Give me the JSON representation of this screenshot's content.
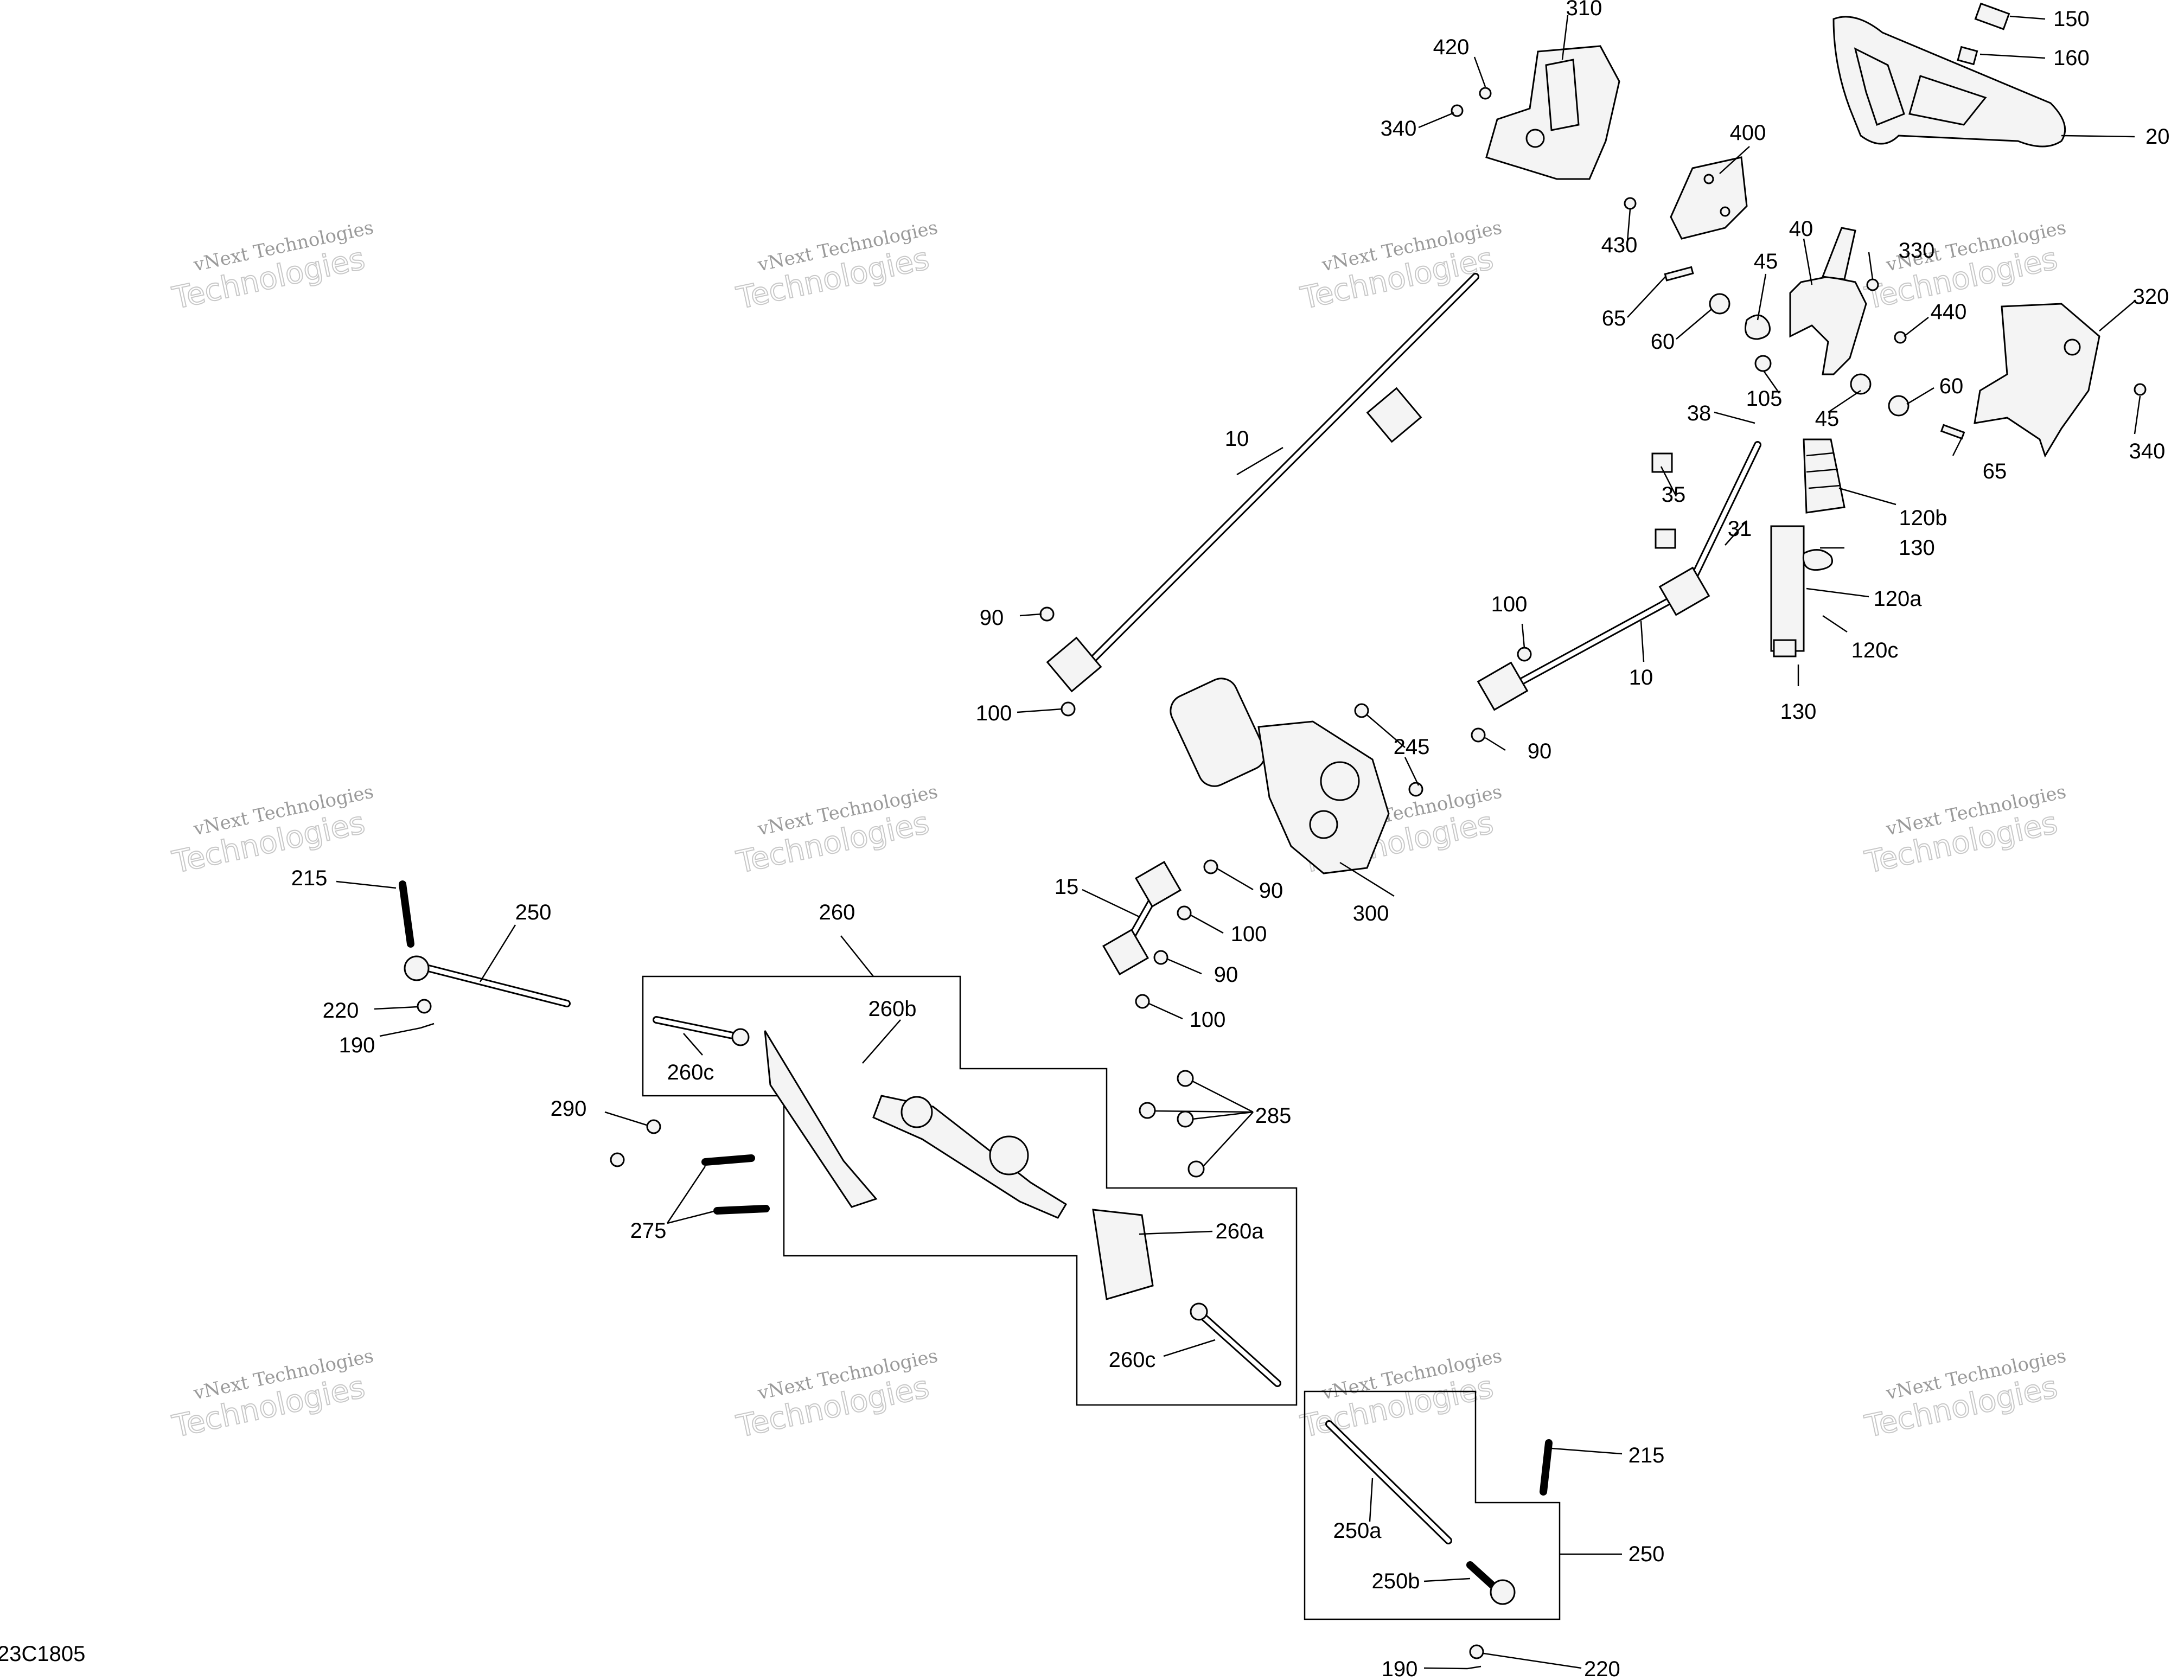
{
  "diagram_code": "23C1805",
  "watermark": {
    "line1": "vNext Technologies",
    "line2": "Technologies"
  },
  "callouts": [
    {
      "id": "c310",
      "text": "310"
    },
    {
      "id": "c420",
      "text": "420"
    },
    {
      "id": "c340a",
      "text": "340"
    },
    {
      "id": "c150",
      "text": "150"
    },
    {
      "id": "c160",
      "text": "160"
    },
    {
      "id": "c20",
      "text": "20"
    },
    {
      "id": "c400",
      "text": "400"
    },
    {
      "id": "c430",
      "text": "430"
    },
    {
      "id": "c40",
      "text": "40"
    },
    {
      "id": "c330",
      "text": "330"
    },
    {
      "id": "c45a",
      "text": "45"
    },
    {
      "id": "c65a",
      "text": "65"
    },
    {
      "id": "c60a",
      "text": "60"
    },
    {
      "id": "c320",
      "text": "320"
    },
    {
      "id": "c440",
      "text": "440"
    },
    {
      "id": "c105",
      "text": "105"
    },
    {
      "id": "c60b",
      "text": "60"
    },
    {
      "id": "c45b",
      "text": "45"
    },
    {
      "id": "c340b",
      "text": "340"
    },
    {
      "id": "c65b",
      "text": "65"
    },
    {
      "id": "c38",
      "text": "38"
    },
    {
      "id": "c35",
      "text": "35"
    },
    {
      "id": "c120b",
      "text": "120b"
    },
    {
      "id": "c31",
      "text": "31"
    },
    {
      "id": "c130a",
      "text": "130"
    },
    {
      "id": "c120a",
      "text": "120a"
    },
    {
      "id": "c120c",
      "text": "120c"
    },
    {
      "id": "c130b",
      "text": "130"
    },
    {
      "id": "c10a",
      "text": "10"
    },
    {
      "id": "c10b",
      "text": "10"
    },
    {
      "id": "c100a",
      "text": "100"
    },
    {
      "id": "c90a",
      "text": "90"
    },
    {
      "id": "c100b",
      "text": "100"
    },
    {
      "id": "c245",
      "text": "245"
    },
    {
      "id": "c90b",
      "text": "90"
    },
    {
      "id": "c300",
      "text": "300"
    },
    {
      "id": "c15",
      "text": "15"
    },
    {
      "id": "c90c",
      "text": "90"
    },
    {
      "id": "c100c",
      "text": "100"
    },
    {
      "id": "c90d",
      "text": "90"
    },
    {
      "id": "c100d",
      "text": "100"
    },
    {
      "id": "c215a",
      "text": "215"
    },
    {
      "id": "c250a",
      "text": "250"
    },
    {
      "id": "c220a",
      "text": "220"
    },
    {
      "id": "c190a",
      "text": "190"
    },
    {
      "id": "c260",
      "text": "260"
    },
    {
      "id": "c260b",
      "text": "260b"
    },
    {
      "id": "c260c1",
      "text": "260c"
    },
    {
      "id": "c290",
      "text": "290"
    },
    {
      "id": "c275",
      "text": "275"
    },
    {
      "id": "c285",
      "text": "285"
    },
    {
      "id": "c260a",
      "text": "260a"
    },
    {
      "id": "c260c2",
      "text": "260c"
    },
    {
      "id": "c215b",
      "text": "215"
    },
    {
      "id": "c250b",
      "text": "250"
    },
    {
      "id": "c250a2",
      "text": "250a"
    },
    {
      "id": "c250b2",
      "text": "250b"
    },
    {
      "id": "c190b",
      "text": "190"
    },
    {
      "id": "c220b",
      "text": "220"
    }
  ]
}
